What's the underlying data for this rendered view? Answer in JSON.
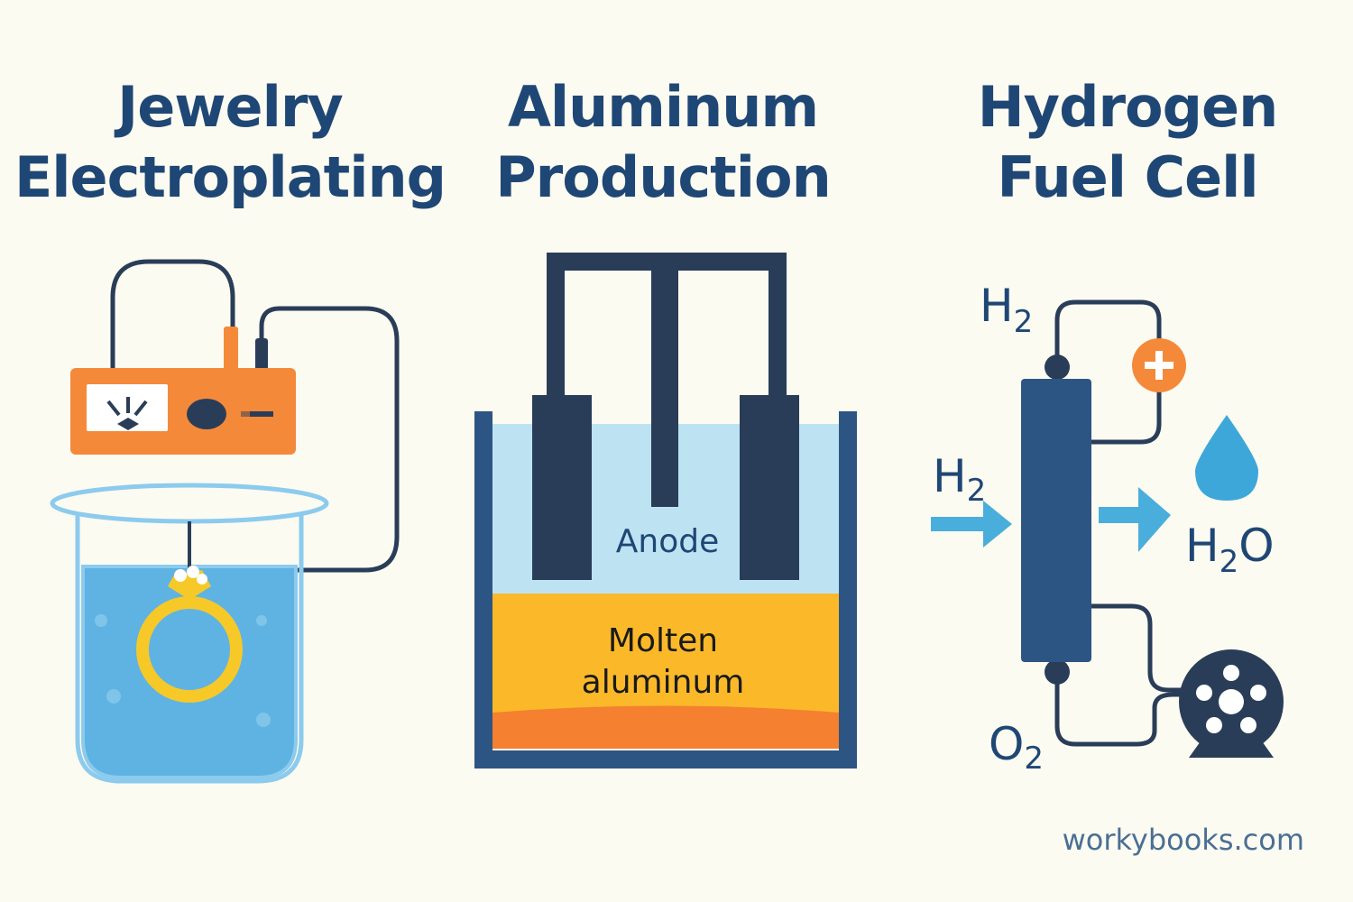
{
  "panels": [
    {
      "title_line1": "Jewelry",
      "title_line2": "Electroplating"
    },
    {
      "title_line1": "Aluminum",
      "title_line2": "Production",
      "anode_label": "Anode",
      "molten_line1": "Molten",
      "molten_line2": "aluminum"
    },
    {
      "title_line1": "Hydrogen",
      "title_line2": "Fuel Cell",
      "h2_top": "H",
      "h2_top_sub": "2",
      "h2_side": "H",
      "h2_side_sub": "2",
      "water": "H",
      "water_sub": "2",
      "water_tail": "O",
      "o2": "O",
      "o2_sub": "2"
    }
  ],
  "watermark": "workybooks.com",
  "colors": {
    "title": "#1f4775",
    "navy": "#2a3d58",
    "orange": "#f5893a",
    "water": "#5fb3e3",
    "gold": "#f6c928",
    "molten": "#fbb92a"
  },
  "icons": [
    "power-supply-icon",
    "beaker-icon",
    "ring-icon",
    "plus-icon",
    "water-drop-icon",
    "arrow-right-icon",
    "motor-icon"
  ]
}
